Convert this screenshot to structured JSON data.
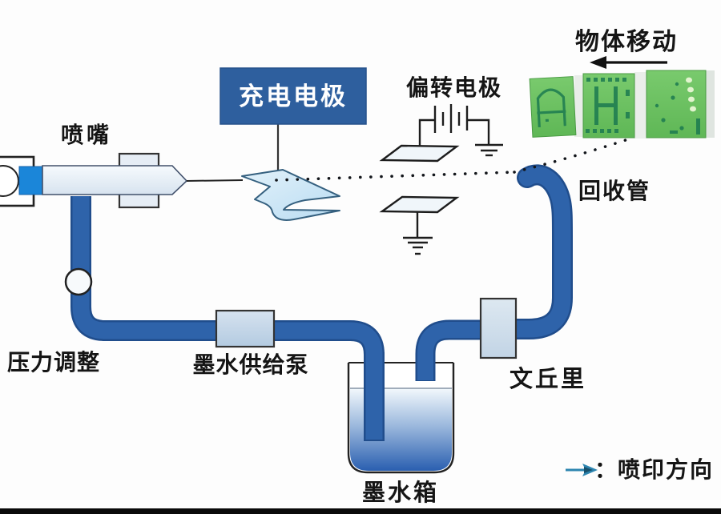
{
  "diagram": {
    "type": "continuous-inkjet-printing-schematic",
    "labels": {
      "nozzle": "喷嘴",
      "charging_electrode": "充电电极",
      "deflection_electrode": "偏转电极",
      "object_movement": "物体移动",
      "recovery_tube": "回收管",
      "pressure_adjustment": "压力调整",
      "ink_supply_pump": "墨水供给泵",
      "venturi": "文丘里",
      "ink_tank": "墨水箱"
    },
    "legend": {
      "separator": "：",
      "print_direction": "喷印方向"
    },
    "colors": {
      "pipe_blue": "#2c5fa6",
      "pipe_edge_blue": "#204d8c",
      "nozzle_accent_blue": "#1b86d9",
      "electrode_box_blue": "#2e5f9e",
      "component_box_blue": "#c7d8e8",
      "charging_electrode_fill": "#cde7f7",
      "board_green": "#6cc160",
      "board_mark_green": "#1c7a50",
      "ink_dark_blue": "#2a5fb0",
      "legend_arrow_teal": "#2d85b0",
      "line_black": "#1a1a1a"
    }
  }
}
